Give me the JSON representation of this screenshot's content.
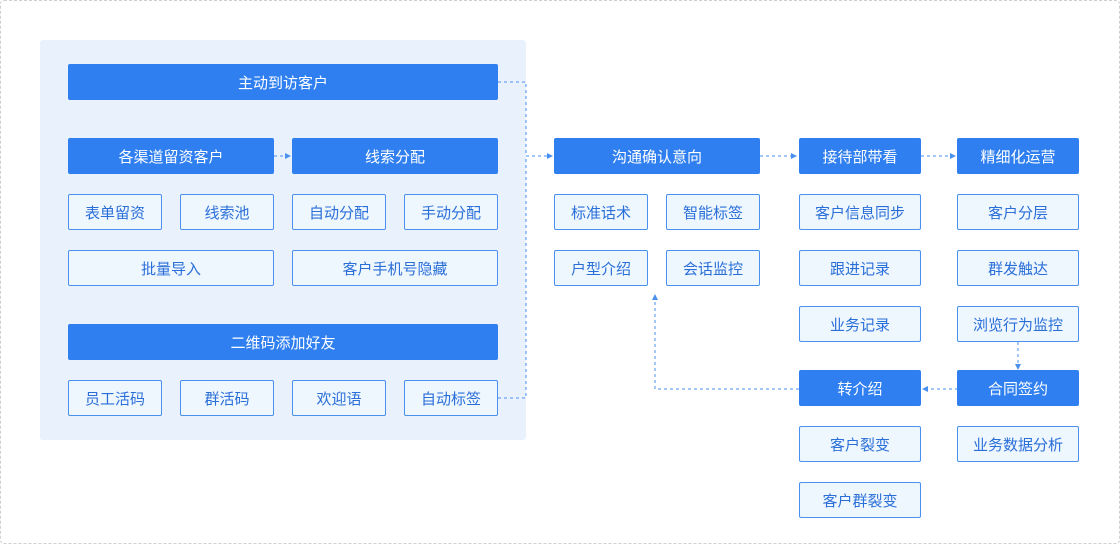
{
  "colors": {
    "primary": "#2f7ff0",
    "subtle_bg": "#eef6fe",
    "panel_bg": "#e9f1fd",
    "connector": "#4a90ee"
  },
  "left": {
    "visit": {
      "title": "主动到访客户"
    },
    "channels": {
      "title": "各渠道留资客户",
      "items": [
        "表单留资",
        "线索池",
        "批量导入"
      ]
    },
    "lead_assign": {
      "title": "线索分配",
      "items": [
        "自动分配",
        "手动分配",
        "客户手机号隐藏"
      ]
    },
    "qrcode": {
      "title": "二维码添加好友",
      "items": [
        "员工活码",
        "群活码",
        "欢迎语",
        "自动标签"
      ]
    }
  },
  "communicate": {
    "title": "沟通确认意向",
    "items": [
      "标准话术",
      "智能标签",
      "户型介绍",
      "会话监控"
    ]
  },
  "reception": {
    "title": "接待部带看",
    "items": [
      "客户信息同步",
      "跟进记录",
      "业务记录"
    ]
  },
  "referral": {
    "title": "转介绍",
    "items": [
      "客户裂变",
      "客户群裂变"
    ]
  },
  "operations": {
    "title": "精细化运营",
    "items": [
      "客户分层",
      "群发触达",
      "浏览行为监控"
    ]
  },
  "contract": {
    "title": "合同签约",
    "items": [
      "业务数据分析"
    ]
  }
}
